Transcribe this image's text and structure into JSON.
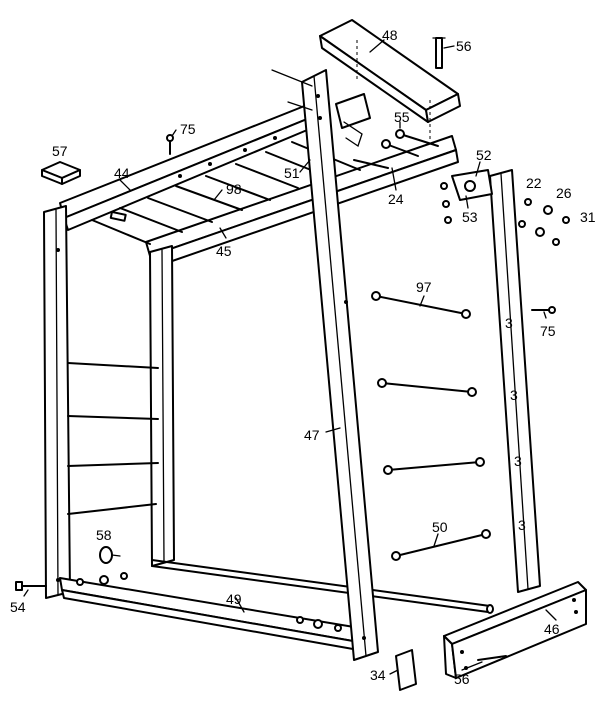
{
  "labels": {
    "p22": "22",
    "p24": "24",
    "p26": "26",
    "p31": "31",
    "p34": "34",
    "p44": "44",
    "p45": "45",
    "p46": "46",
    "p47": "47",
    "p48": "48",
    "p49": "49",
    "p50": "50",
    "p51": "51",
    "p52": "52",
    "p53": "53",
    "p54": "54",
    "p55": "55",
    "p56_top": "56",
    "p56_bottom": "56",
    "p57": "57",
    "p58": "58",
    "p75_top": "75",
    "p75_right": "75",
    "p97": "97",
    "p98": "98"
  }
}
